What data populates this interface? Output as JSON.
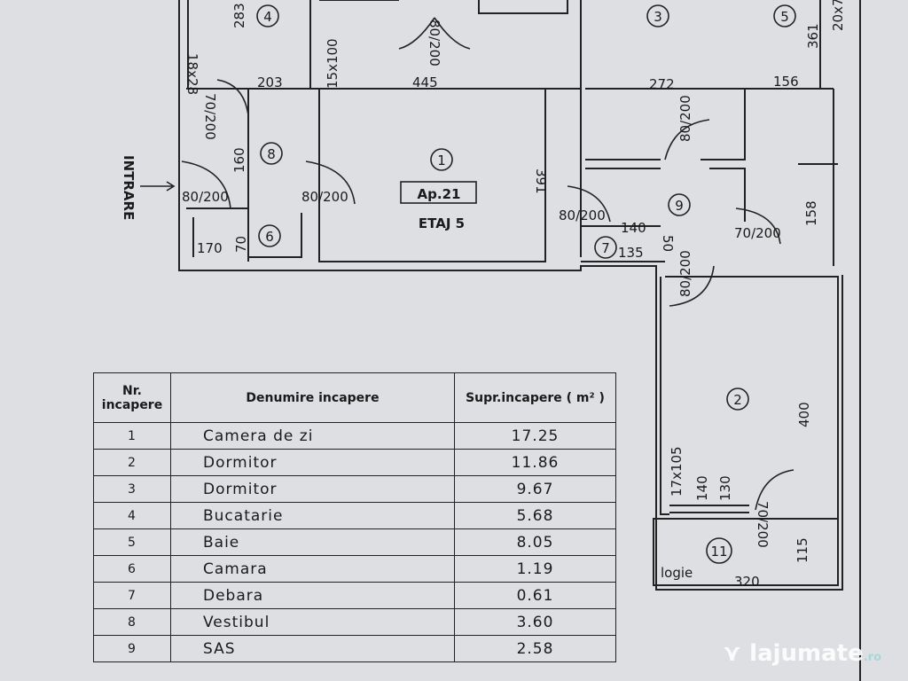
{
  "plan": {
    "apartment": "Ap.21",
    "floor": "ETAJ 5",
    "entrance": "INTRARE",
    "rooms": {
      "r1": "1",
      "r2": "2",
      "r3": "3",
      "r4": "4",
      "r5": "5",
      "r6": "6",
      "r7": "7",
      "r8": "8",
      "r9": "9",
      "r11": "11"
    },
    "logia_label": "logie",
    "dims": {
      "d283": "283",
      "d18x28": "18x28",
      "d203": "203",
      "d15x100": "15x100",
      "d445": "445",
      "d272": "272",
      "d156": "156",
      "d361": "361",
      "d20x7": "20x7",
      "d391": "391",
      "d160": "160",
      "d170": "170",
      "d70a": "70",
      "d158": "158",
      "d140": "140",
      "d135": "135",
      "d50": "50",
      "d400": "400",
      "d17x105": "17x105",
      "d140b": "140",
      "d130": "130",
      "d115": "115",
      "d320": "320"
    },
    "doors": {
      "top": "80/200",
      "wc": "70/200",
      "entry": "80/200",
      "living": "80/200",
      "room3": "80/200",
      "sas_left": "80/200",
      "bath": "70/200",
      "room2": "80/200",
      "logia": "70/200"
    }
  },
  "table": {
    "headers": {
      "nr": "Nr. incapere",
      "name": "Denumire incapere",
      "area": "Supr.incapere ( m² )"
    },
    "rows": [
      {
        "nr": "1",
        "name": "Camera de zi",
        "area": "17.25"
      },
      {
        "nr": "2",
        "name": "Dormitor",
        "area": "11.86"
      },
      {
        "nr": "3",
        "name": "Dormitor",
        "area": "9.67"
      },
      {
        "nr": "4",
        "name": "Bucatarie",
        "area": "5.68"
      },
      {
        "nr": "5",
        "name": "Baie",
        "area": "8.05"
      },
      {
        "nr": "6",
        "name": "Camara",
        "area": "1.19"
      },
      {
        "nr": "7",
        "name": "Debara",
        "area": "0.61"
      },
      {
        "nr": "8",
        "name": "Vestibul",
        "area": "3.60"
      },
      {
        "nr": "9",
        "name": "SAS",
        "area": "2.58"
      }
    ]
  },
  "watermark": {
    "brand": "lajumate",
    "tld": ".ro"
  }
}
